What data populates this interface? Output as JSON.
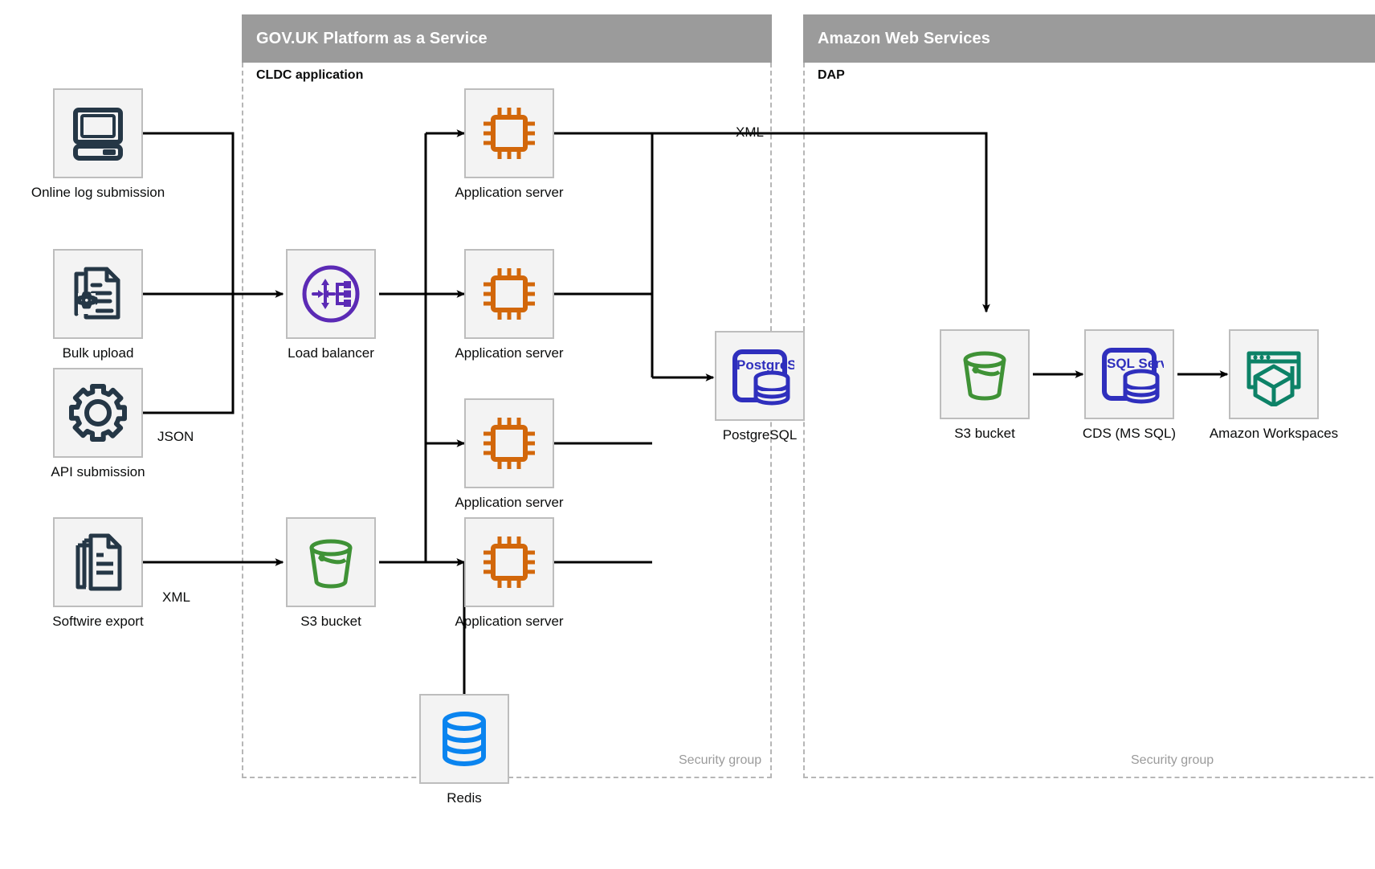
{
  "zones": [
    {
      "id": "paas",
      "title": "GOV.UK Platform as a Service",
      "sub": "CLDC application",
      "security_label": "Security group"
    },
    {
      "id": "aws",
      "title": "Amazon Web Services",
      "sub": "DAP",
      "security_label": "Security group"
    }
  ],
  "nodes": {
    "online_log": {
      "label": "Online log submission",
      "icon": "desktop-computer-icon",
      "color": "#253746"
    },
    "bulk_upload": {
      "label": "Bulk upload",
      "icon": "document-gear-icon",
      "color": "#253746"
    },
    "api_submission": {
      "label": "API submission",
      "icon": "gear-icon",
      "color": "#253746"
    },
    "softwire_export": {
      "label": "Softwire export",
      "icon": "document-stack-icon",
      "color": "#253746"
    },
    "load_balancer": {
      "label": "Load balancer",
      "icon": "load-balancer-icon",
      "color": "#5b2ab5"
    },
    "app_server_1": {
      "label": "Application server",
      "icon": "cpu-chip-icon",
      "color": "#d2670a"
    },
    "app_server_2": {
      "label": "Application server",
      "icon": "cpu-chip-icon",
      "color": "#d2670a"
    },
    "app_server_3": {
      "label": "Application server",
      "icon": "cpu-chip-icon",
      "color": "#d2670a"
    },
    "app_server_4": {
      "label": "Application server",
      "icon": "cpu-chip-icon",
      "color": "#d2670a"
    },
    "postgresql": {
      "label": "PostgreSQL",
      "icon": "postgresql-database-icon",
      "color": "#2f2fbd",
      "badge": "PostgreSQL"
    },
    "s3_paas": {
      "label": "S3 bucket",
      "icon": "s3-bucket-icon",
      "color": "#3f9236"
    },
    "redis": {
      "label": "Redis",
      "icon": "redis-database-icon",
      "color": "#0a84ef"
    },
    "s3_aws": {
      "label": "S3 bucket",
      "icon": "s3-bucket-icon",
      "color": "#3f9236"
    },
    "cds": {
      "label": "CDS (MS SQL)",
      "icon": "sql-server-database-icon",
      "color": "#2f2fbd",
      "badge": "SQL Server"
    },
    "workspaces": {
      "label": "Amazon Workspaces",
      "icon": "amazon-workspaces-icon",
      "color": "#0d8267"
    }
  },
  "edge_labels": {
    "json": "JSON",
    "xml_softwire": "XML",
    "xml_appserver": "XML"
  },
  "colors": {
    "zone_header_bg": "#9b9b9b",
    "tile_bg": "#f3f3f3",
    "tile_border": "#bdbdbd",
    "wire": "#000000",
    "dash_border": "#b6b6b6"
  }
}
